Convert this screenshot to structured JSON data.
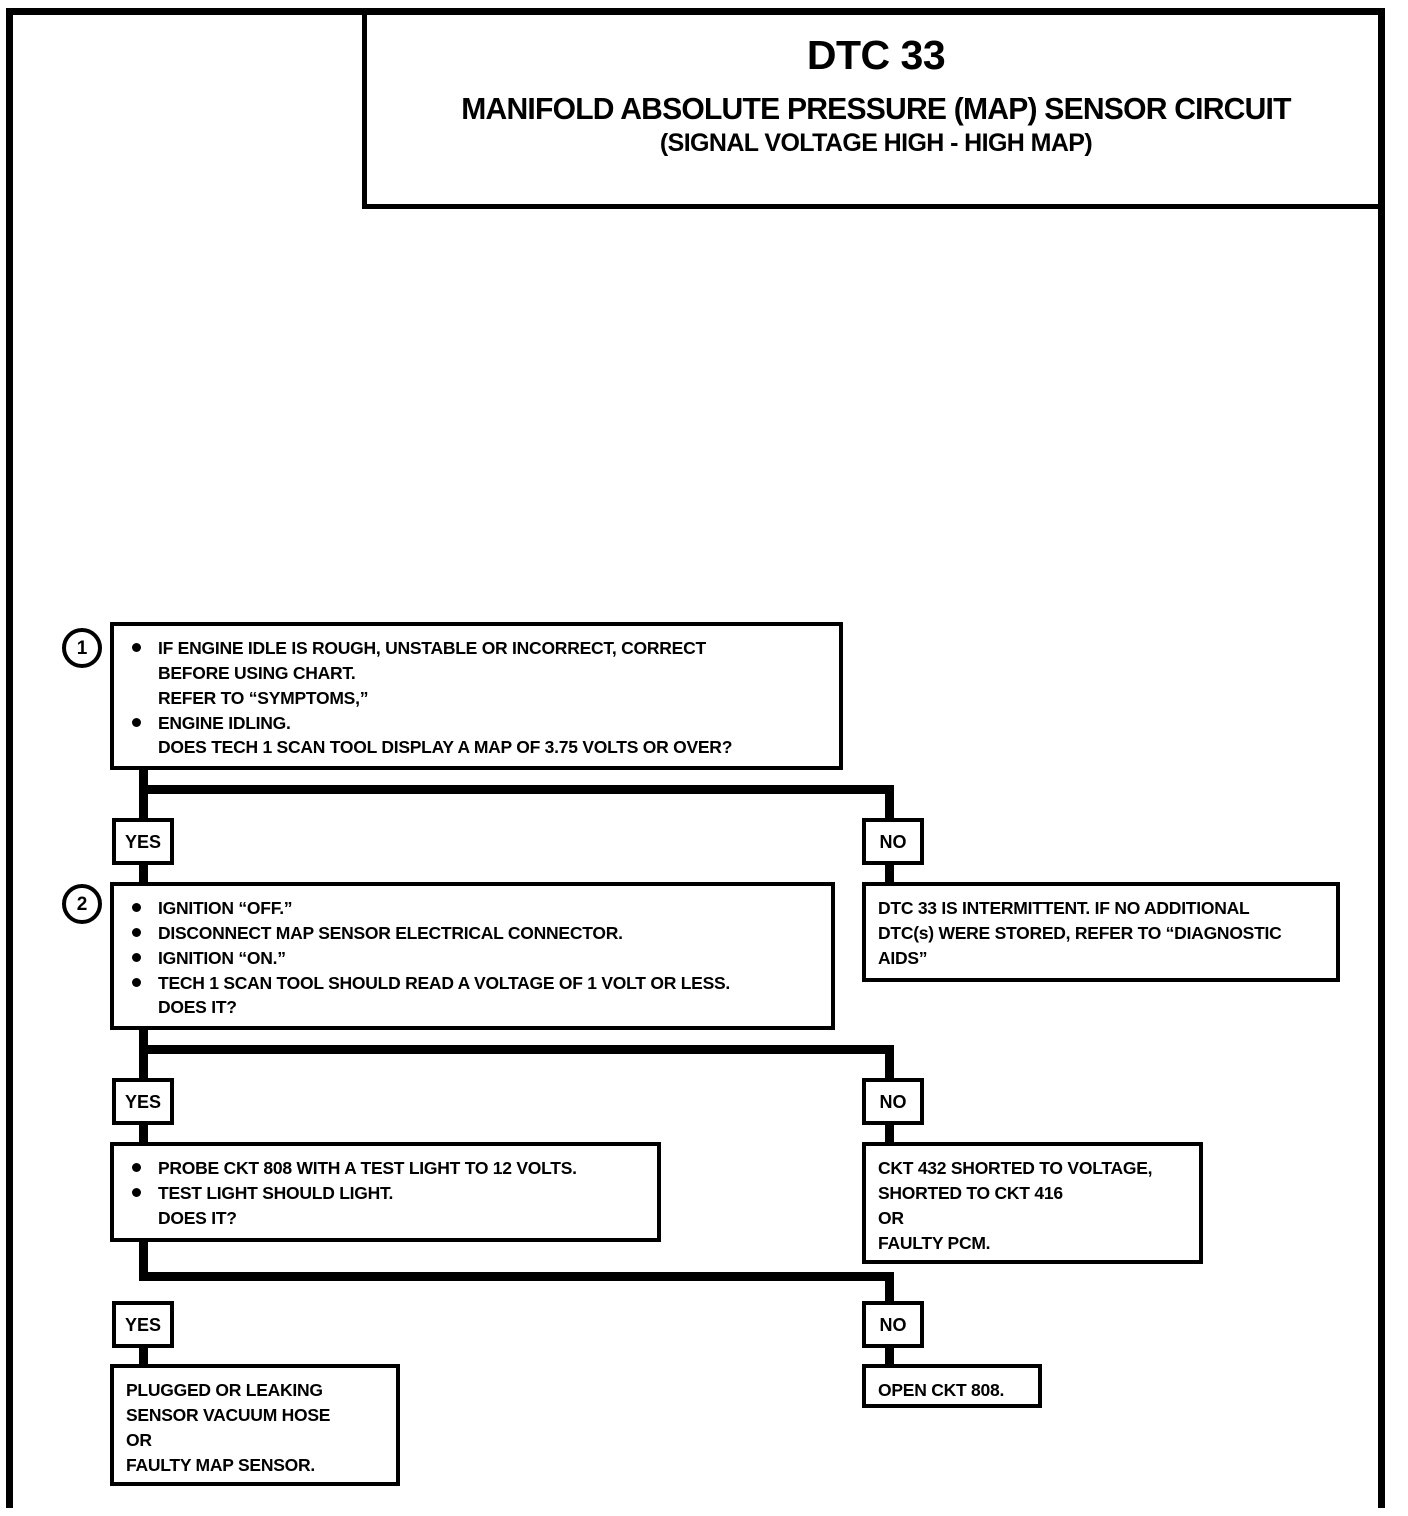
{
  "document": {
    "title_code": "DTC 33",
    "title_main": "MANIFOLD ABSOLUTE PRESSURE (MAP) SENSOR CIRCUIT",
    "title_sub": "(SIGNAL VOLTAGE HIGH - HIGH MAP)"
  },
  "flow": {
    "step1": {
      "number": "1",
      "bullet1_line1": "IF ENGINE IDLE IS ROUGH, UNSTABLE OR INCORRECT, CORRECT",
      "bullet1_line2": "BEFORE USING CHART.",
      "bullet1_line3": "REFER TO “SYMPTOMS,”",
      "bullet2_line1": "ENGINE IDLING.",
      "bullet2_line2": "DOES TECH 1 SCAN TOOL DISPLAY A MAP OF 3.75  VOLTS OR OVER?"
    },
    "branch1": {
      "yes": "YES",
      "no": "NO"
    },
    "step2": {
      "number": "2",
      "bullet1_line1": "IGNITION “OFF.”",
      "bullet2_line1": "DISCONNECT MAP SENSOR ELECTRICAL CONNECTOR.",
      "bullet3_line1": "IGNITION “ON.”",
      "bullet4_line1": "TECH 1 SCAN TOOL SHOULD READ  A VOLTAGE OF 1 VOLT OR LESS.",
      "bullet4_line2": "DOES IT?"
    },
    "result_intermittent": {
      "line1": "DTC 33 IS INTERMITTENT.  IF NO ADDITIONAL",
      "line2": "DTC(s) WERE STORED, REFER TO “DIAGNOSTIC",
      "line3": "AIDS”"
    },
    "branch2": {
      "yes": "YES",
      "no": "NO"
    },
    "step3": {
      "bullet1_line1": "PROBE CKT 808 WITH A TEST LIGHT TO 12 VOLTS.",
      "bullet2_line1": "TEST LIGHT SHOULD LIGHT.",
      "bullet2_line2": "DOES IT?"
    },
    "result_ckt432": {
      "line1": "CKT 432 SHORTED TO VOLTAGE,",
      "line2": "SHORTED TO CKT 416",
      "line3": "OR",
      "line4": "FAULTY PCM."
    },
    "branch3": {
      "yes": "YES",
      "no": "NO"
    },
    "result_vacuum": {
      "line1": "PLUGGED OR LEAKING",
      "line2": "SENSOR VACUUM HOSE",
      "line3": "OR",
      "line4": "FAULTY MAP SENSOR."
    },
    "result_open808": {
      "line1": "OPEN CKT 808."
    }
  },
  "colors": {
    "ink": "#000000",
    "paper": "#ffffff"
  }
}
